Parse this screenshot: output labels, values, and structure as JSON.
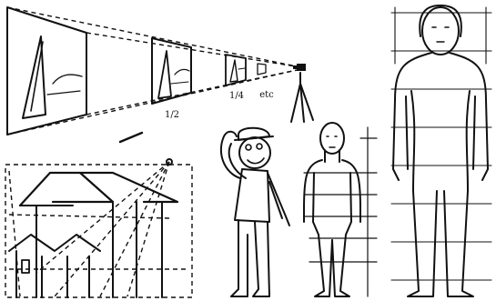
{
  "perspective_labels": {
    "half": "1/2",
    "quarter": "1/4",
    "etc": "etc"
  },
  "ink_color": "#111111",
  "paper_color": "#ffffff"
}
